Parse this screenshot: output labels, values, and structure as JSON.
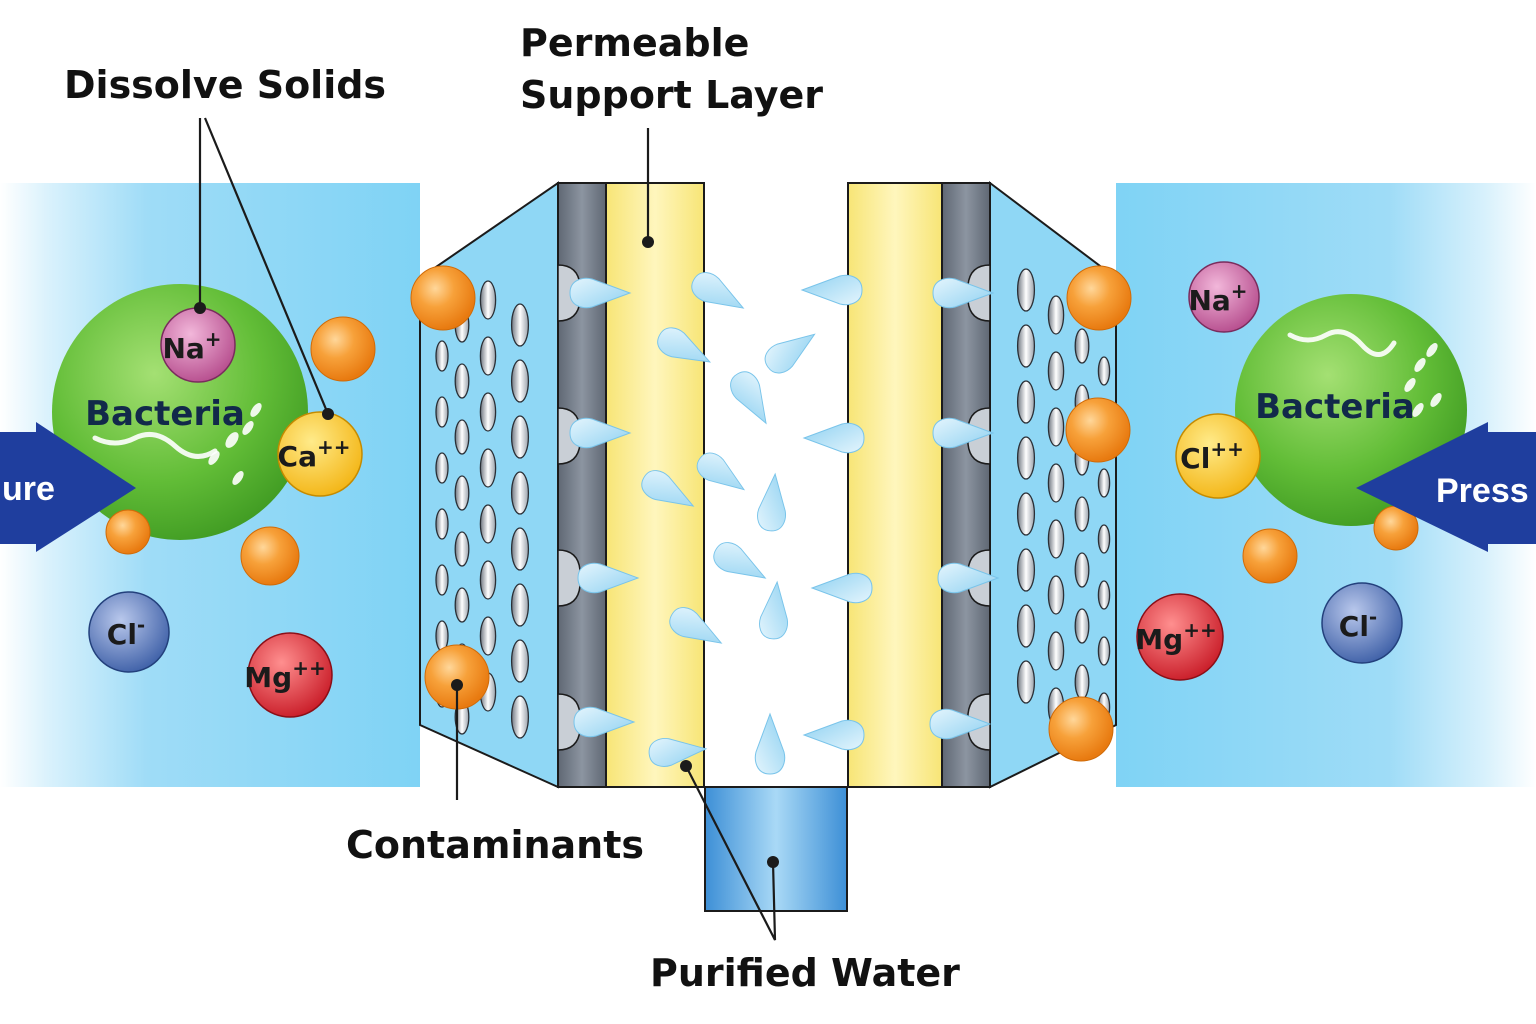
{
  "labels": {
    "dissolved_solids": "Dissolve Solids",
    "support_line1": "Permeable",
    "support_line2": "Support Layer",
    "contaminants": "Contaminants",
    "purified_water": "Purified Water"
  },
  "left": {
    "pressure": "ure",
    "bacteria": "Bacteria",
    "ion_na": "Na",
    "ion_na_charge": "+",
    "ion_ca": "Ca",
    "ion_ca_charge": "++",
    "ion_cl": "Cl",
    "ion_cl_charge": "-",
    "ion_mg": "Mg",
    "ion_mg_charge": "++"
  },
  "right": {
    "pressure": "Press",
    "bacteria": "Bacteria",
    "ion_na": "Na",
    "ion_na_charge": "+",
    "ion_cl1": "Cl",
    "ion_cl1_charge": "++",
    "ion_mg": "Mg",
    "ion_mg_charge": "++",
    "ion_cl2": "Cl",
    "ion_cl2_charge": "-"
  },
  "colors": {
    "water": "#7fd3f5",
    "membrane_gray": "#7b8491",
    "support_yellow": "#fbee9a",
    "contaminant": "#f39a1f",
    "bacteria": "#5cb833",
    "na_ion": "#c05a9b",
    "ca_ion": "#f7c322",
    "cl_ion": "#4468b0",
    "mg_ion": "#d52330",
    "arrow": "#1f3e9e",
    "droplet": "#a7dcf4"
  }
}
